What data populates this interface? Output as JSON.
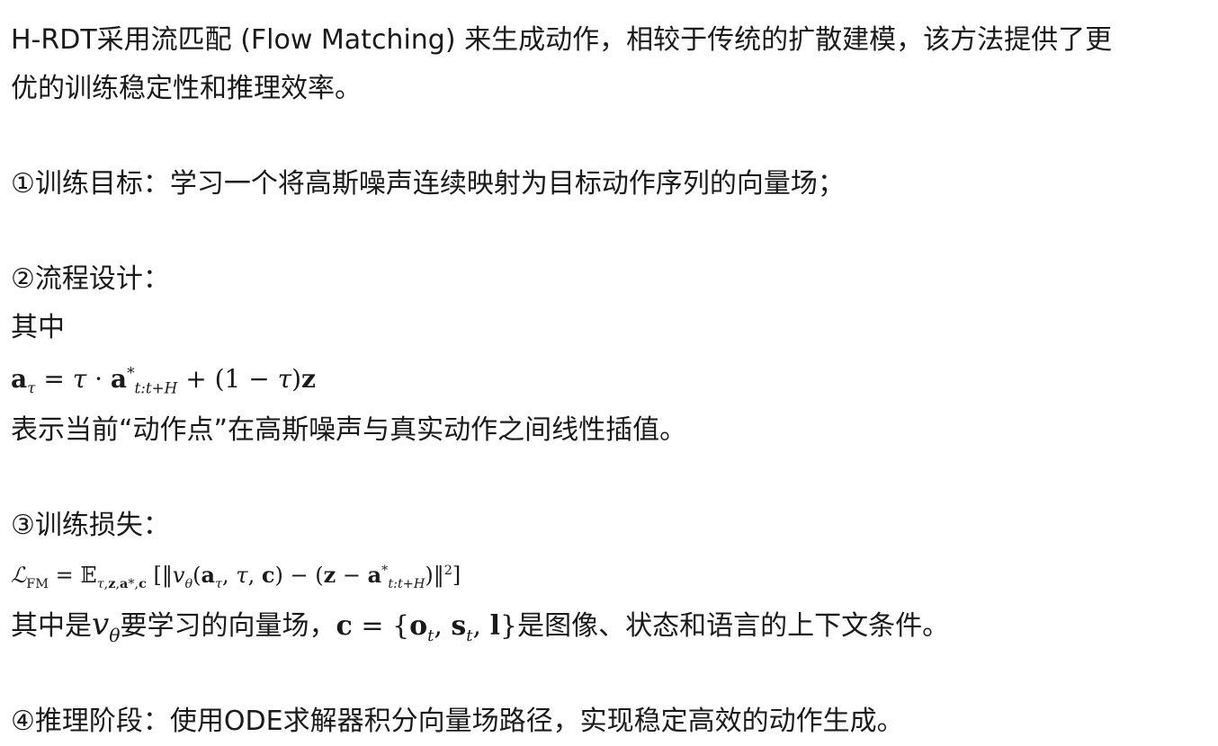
{
  "intro": {
    "line1": "H-RDT采用流匹配 (Flow Matching) 来生成动作，相较于传统的扩散建模，该方法提供了更",
    "line2": "优的训练稳定性和推理效率。"
  },
  "item1": "①训练目标：学习一个将高斯噪声连续映射为目标动作序列的向量场；",
  "item2": {
    "heading": "②流程设计：",
    "sub": "其中",
    "equation": "aτ = τ · a*t:t+H + (1 − τ)z",
    "desc": "表示当前“动作点”在高斯噪声与真实动作之间线性插值。"
  },
  "item3": {
    "heading": "③训练损失：",
    "equation": "ℒFM = 𝔼τ,z,a*,c [‖vθ(aτ, τ, c) − (z − a*t:t+H)‖²]",
    "desc_part1": "其中是",
    "desc_symbol": "vθ",
    "desc_part2": "要学习的向量场，",
    "desc_context": "c = {ot, st, l}",
    "desc_part3": "是图像、状态和语言的上下文条件。"
  },
  "item4": "④推理阶段：使用ODE求解器积分向量场路径，实现稳定高效的动作生成。"
}
